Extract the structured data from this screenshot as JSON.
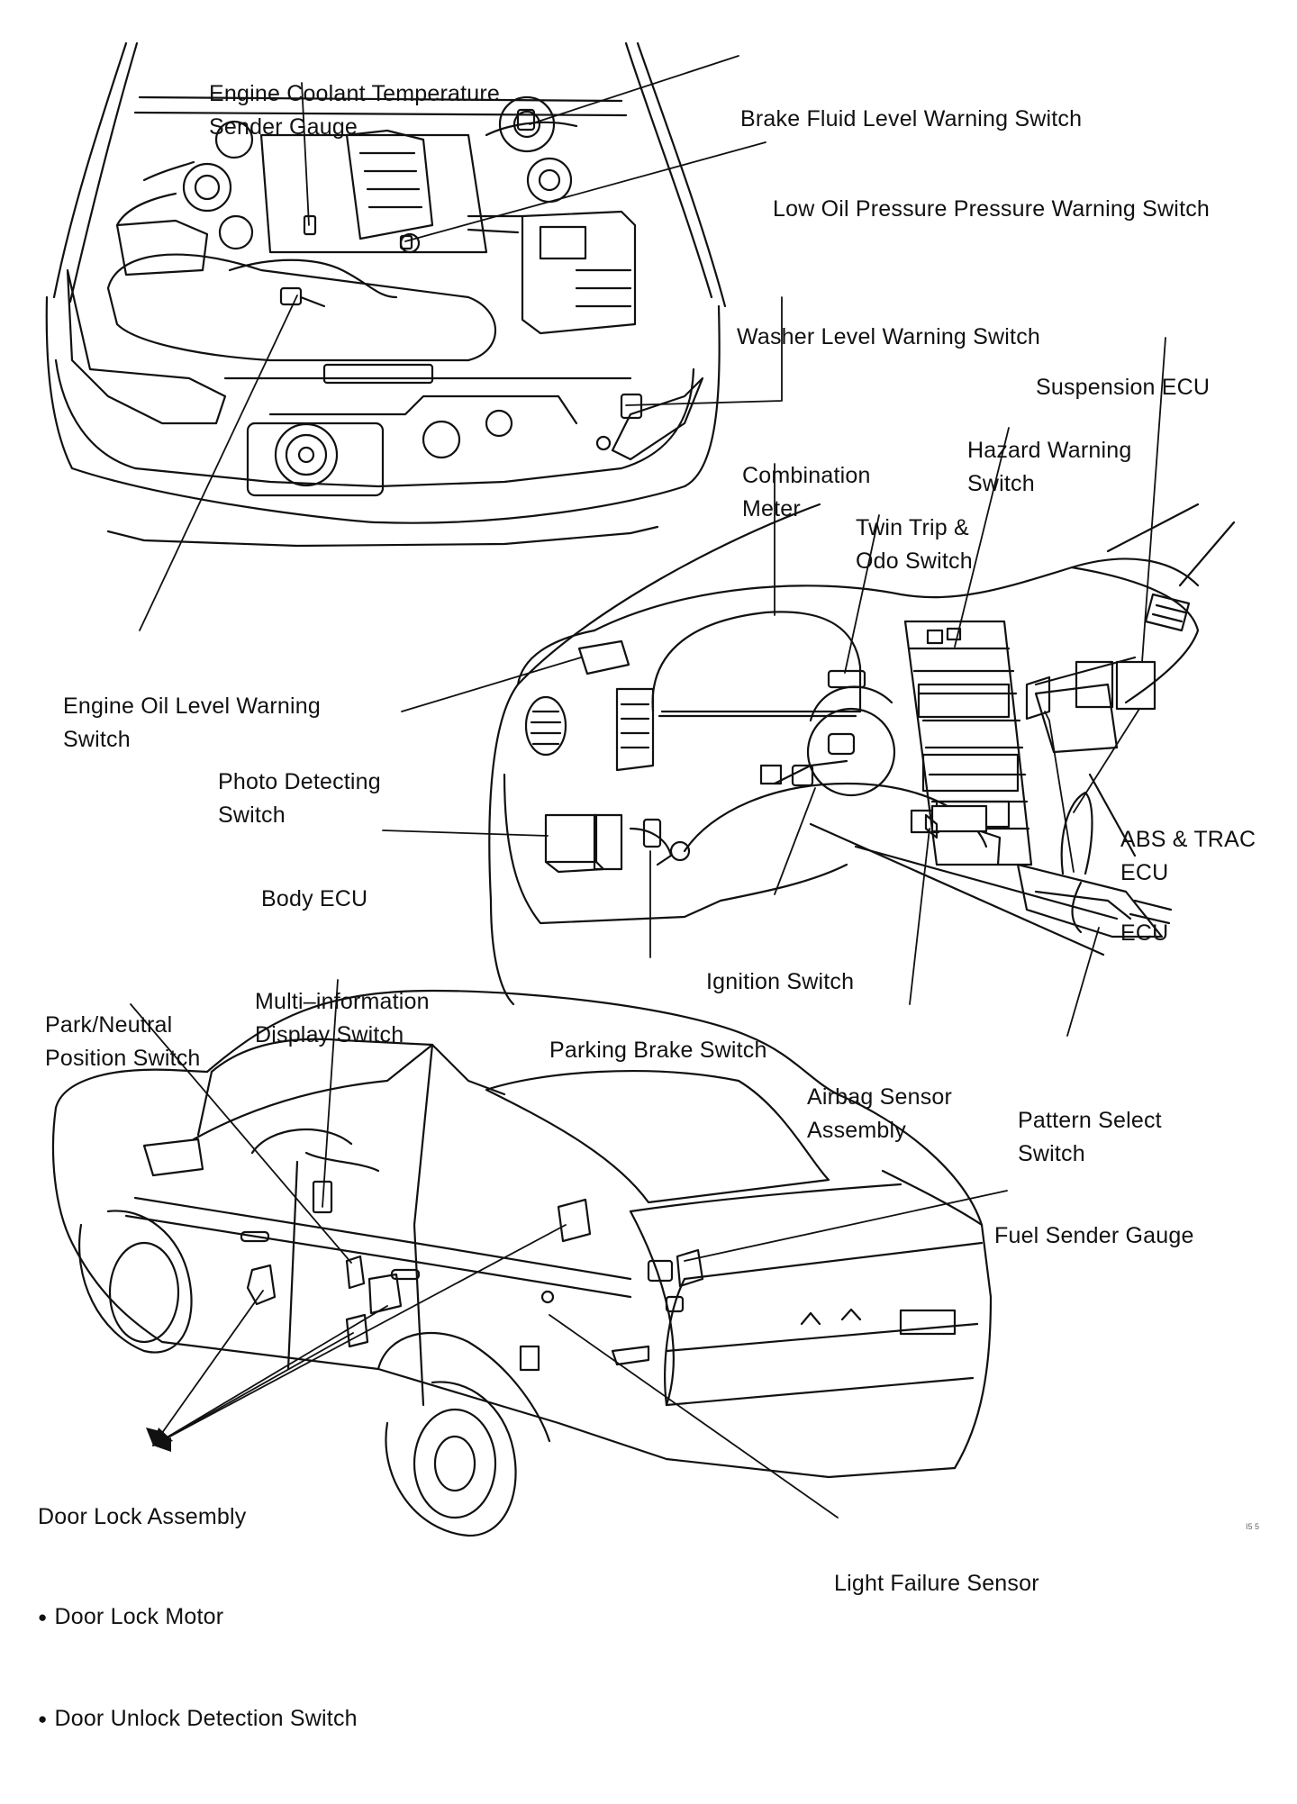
{
  "labels": {
    "engine_coolant_temp": [
      "Engine Coolant Temperature",
      "Sender Gauge"
    ],
    "brake_fluid": [
      "Brake Fluid Level Warning Switch"
    ],
    "low_oil_pressure": [
      "Low Oil Pressure Pressure Warning Switch"
    ],
    "washer_level": [
      "Washer Level Warning Switch"
    ],
    "suspension_ecu": [
      "Suspension ECU"
    ],
    "hazard_warning": [
      "Hazard Warning",
      "Switch"
    ],
    "combination_meter": [
      "Combination",
      "Meter"
    ],
    "twin_trip": [
      "Twin Trip &",
      "Odo Switch"
    ],
    "engine_oil_level": [
      "Engine Oil Level Warning",
      "Switch"
    ],
    "photo_detecting": [
      "Photo Detecting",
      "Switch"
    ],
    "abs_trac": [
      "ABS & TRAC",
      "ECU"
    ],
    "body_ecu": [
      "Body ECU"
    ],
    "ecu": [
      "ECU"
    ],
    "ignition_switch": [
      "Ignition Switch"
    ],
    "park_neutral": [
      "Park/Neutral",
      "Position Switch"
    ],
    "multi_info": [
      "Multi–information",
      "Display Switch"
    ],
    "parking_brake": [
      "Parking Brake Switch"
    ],
    "airbag_sensor": [
      "Airbag Sensor",
      "Assembly"
    ],
    "pattern_select": [
      "Pattern Select",
      "Switch"
    ],
    "fuel_sender": [
      "Fuel Sender Gauge"
    ],
    "door_lock": [
      "Door Lock Assembly"
    ],
    "door_lock_motor": [
      "Door Lock Motor"
    ],
    "door_unlock": [
      "Door Unlock Detection Switch"
    ],
    "light_failure": [
      "Light Failure Sensor"
    ]
  },
  "sheet_id": "I5 5"
}
